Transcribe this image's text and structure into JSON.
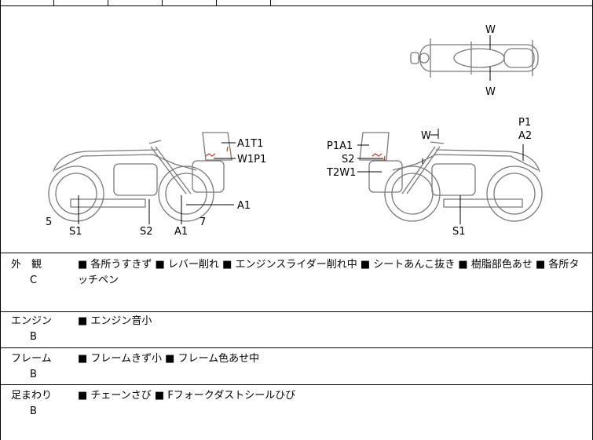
{
  "diagram": {
    "top_marks": [
      "W",
      "W"
    ],
    "left_bike_labels": [
      "A1T1",
      "W1P1",
      "A1",
      "5",
      "S1",
      "S2",
      "A1",
      "7"
    ],
    "right_bike_labels": [
      "W",
      "P1",
      "A2",
      "P1A1",
      "S2",
      "T2W1",
      "S1"
    ]
  },
  "rows": [
    {
      "name": "外　観",
      "grade": "C",
      "text": "■ 各所うすきず ■ レバー削れ ■ エンジンスライダー削れ中 ■ シートあんこ抜き ■ 樹脂部色あせ ■ 各所タッチペン"
    },
    {
      "name": "エンジン",
      "grade": "B",
      "text": "■ エンジン音小"
    },
    {
      "name": "フレーム",
      "grade": "B",
      "text": "■ フレームきず小 ■ フレーム色あせ中"
    },
    {
      "name": "足まわり",
      "grade": "B",
      "text": "■ チェーンさび ■ Fフォークダストシールひび"
    }
  ],
  "colors": {
    "line": "#000000",
    "bike_outline": "#7a7a7a",
    "damage_mark": "#c0392b"
  }
}
